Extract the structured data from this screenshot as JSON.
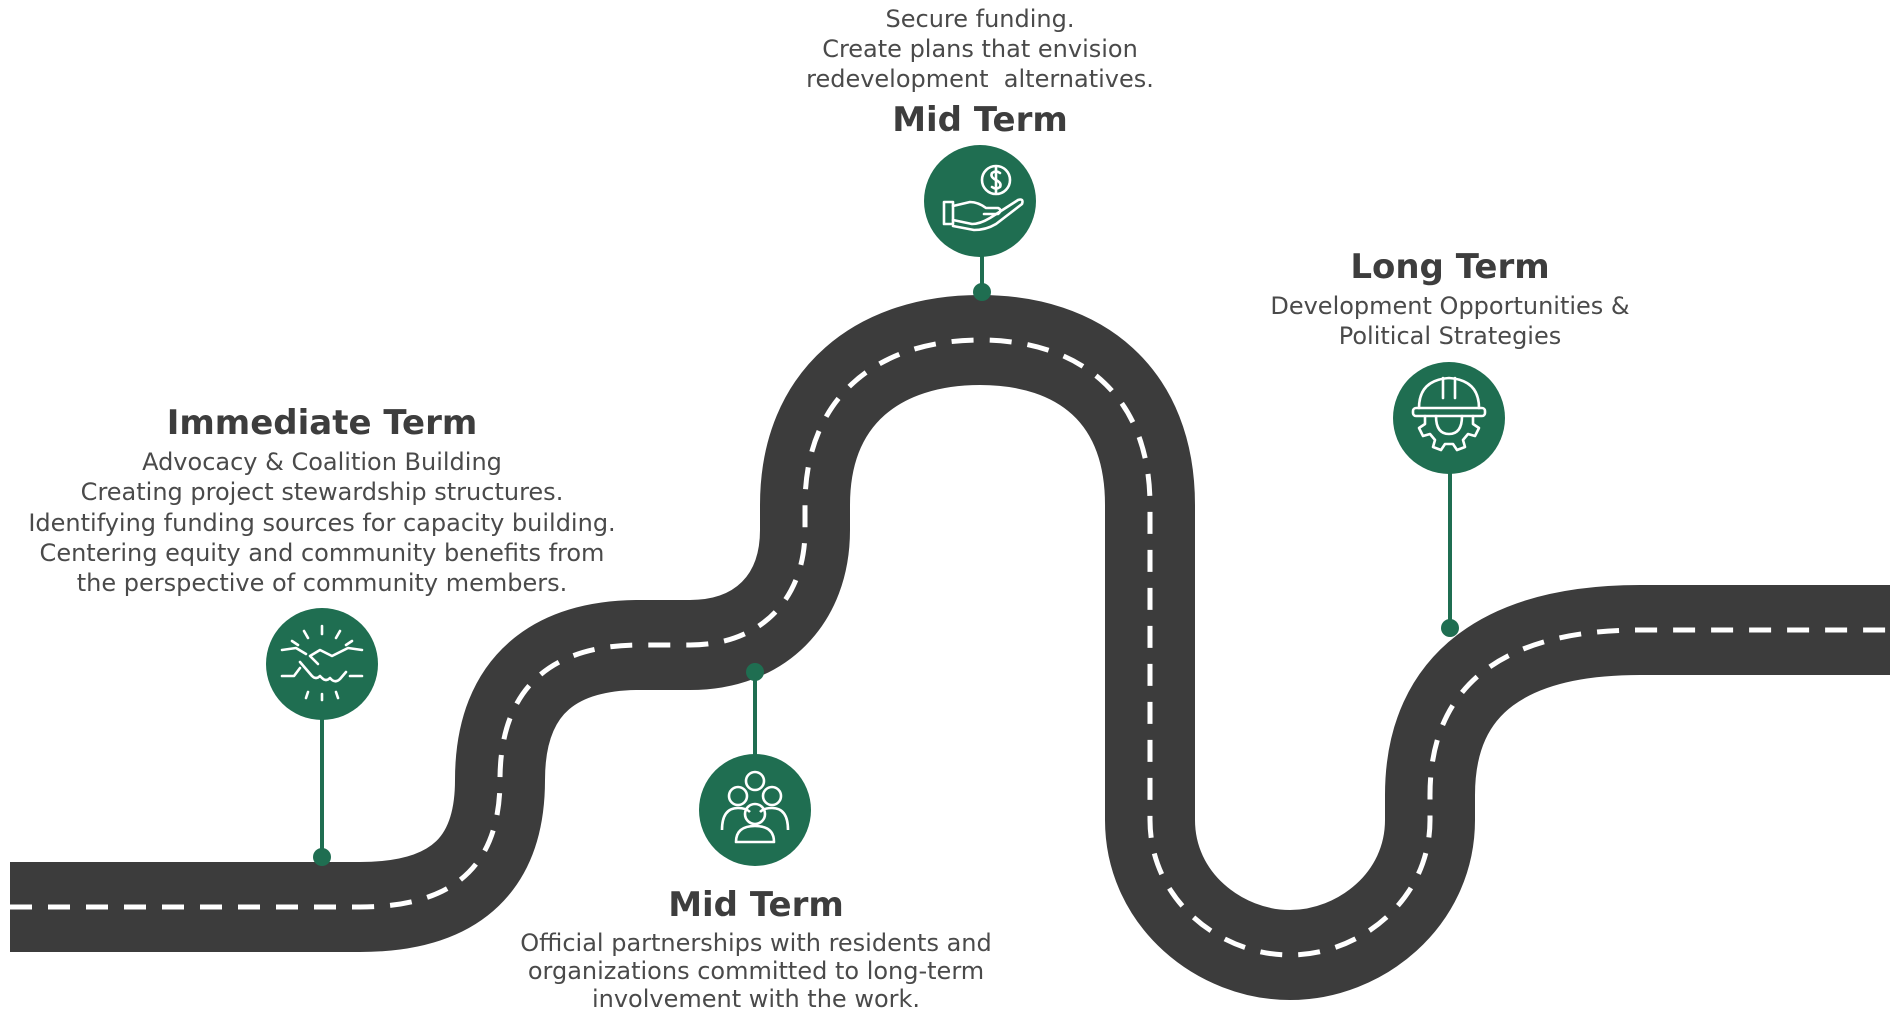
{
  "colors": {
    "road": "#3c3c3c",
    "road_dash": "#ffffff",
    "accent_green": "#1f6e51",
    "text_dark": "#3d3d3d",
    "text_body": "#4a4a4a"
  },
  "stages": [
    {
      "id": "immediate",
      "title": "Immediate Term",
      "description": [
        "Advocacy & Coalition Building",
        "Creating project stewardship structures.",
        "Identifying funding sources for capacity building.",
        "Centering equity and community benefits from",
        "the perspective of community members."
      ],
      "icon": "handshake-icon"
    },
    {
      "id": "mid-bottom",
      "title": "Mid Term",
      "description": [
        "Official partnerships with residents and",
        "organizations committed to long-term",
        "involvement with the work."
      ],
      "icon": "people-group-icon"
    },
    {
      "id": "mid-top",
      "title": "Mid Term",
      "description": [
        "Secure funding.",
        "Create plans that envision",
        "redevelopment  alternatives."
      ],
      "icon": "hand-coin-icon"
    },
    {
      "id": "long",
      "title": "Long Term",
      "description": [
        "Development Opportunities &",
        "Political Strategies"
      ],
      "icon": "hardhat-gear-icon"
    }
  ]
}
